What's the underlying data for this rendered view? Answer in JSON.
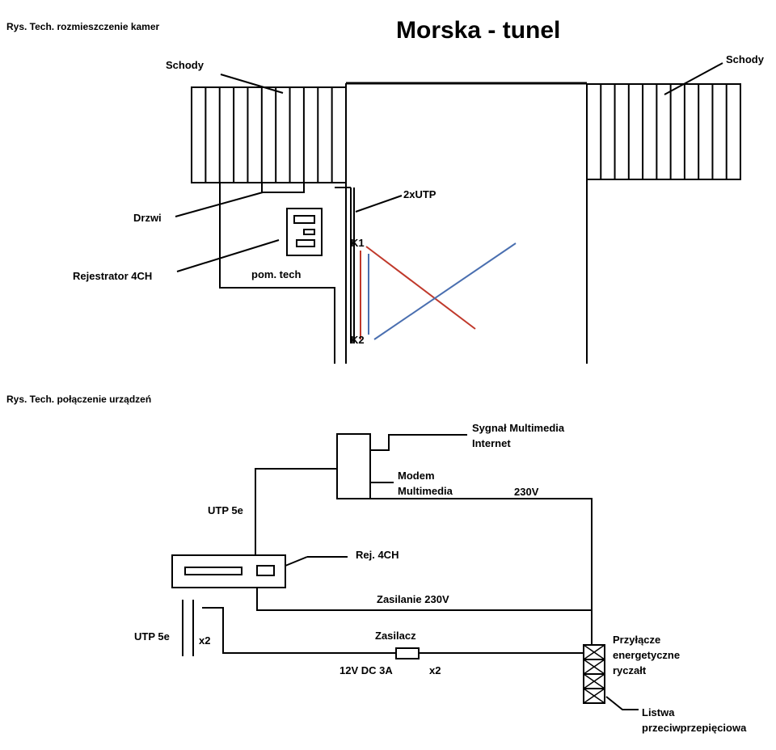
{
  "title": "Morska - tunel",
  "top": {
    "caption": "Rys. Tech. rozmieszczenie kamer",
    "stairs_left": "Schody",
    "stairs_right": "Schody",
    "door": "Drzwi",
    "recorder": "Rejestrator 4CH",
    "tech_room": "pom. tech",
    "cable": "2xUTP",
    "camera1": "K1",
    "camera2": "K2",
    "colors": {
      "camera1_cable": "#c0392b",
      "camera2_cable": "#4a6fb0"
    }
  },
  "bottom": {
    "caption": "Rys. Tech. połączenie urządzeń",
    "signal_line1": "Sygnał Multimedia",
    "signal_line2": "Internet",
    "modem_line1": "Modem",
    "modem_line2": "Multimedia",
    "v230": "230V",
    "utp_top": "UTP 5e",
    "recorder": "Rej. 4CH",
    "supply_230": "Zasilanie 230V",
    "utp_bottom": "UTP 5e",
    "x2_left": "x2",
    "psu": "Zasilacz",
    "psu_rating": "12V DC 3A",
    "x2_psu": "x2",
    "conn_line1": "Przyłącze",
    "conn_line2": "energetyczne",
    "conn_line3": "ryczałt",
    "strip_line1": "Listwa",
    "strip_line2": "przeciwprzepięciowa"
  }
}
